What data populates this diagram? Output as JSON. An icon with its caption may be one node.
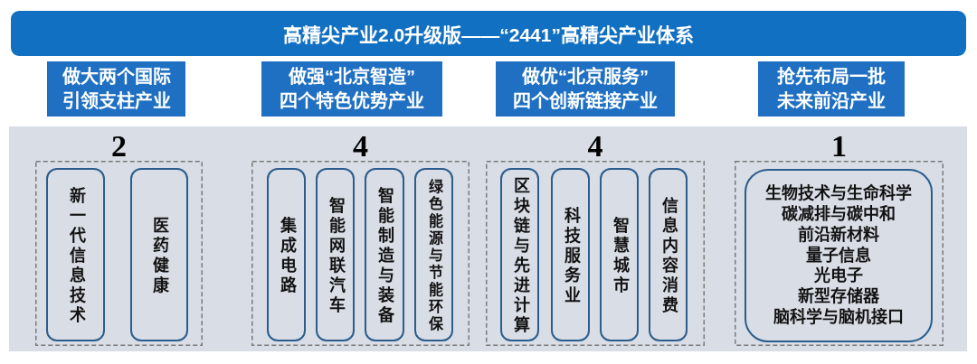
{
  "diagram": {
    "title": "高精尖产业2.0升级版——“2441”高精尖产业体系",
    "nodes": [
      {
        "text": [
          "做大两个国际引领支柱产业"
        ]
      },
      {
        "text": [
          "做强“北京智造”四个特色优势产业"
        ]
      },
      {
        "text": [
          "做优“北京服务”四个创新链接产业"
        ]
      },
      {
        "text": [
          "抢先布局一批未来前沿产业"
        ]
      },
      {
        "text": [
          "2"
        ]
      },
      {
        "text": [
          "新一代信息技术"
        ],
        "in": 4
      },
      {
        "text": [
          "医药健康"
        ],
        "in": 4
      },
      {
        "text": [
          "4"
        ]
      },
      {
        "text": [
          "集成电路"
        ],
        "in": 7
      },
      {
        "text": [
          "智能网联汽车"
        ],
        "in": 7
      },
      {
        "text": [
          "智能制造与装备"
        ],
        "in": 7
      },
      {
        "text": [
          "绿色能源与节能环保"
        ],
        "in": 7
      },
      {
        "text": [
          "4"
        ]
      },
      {
        "text": [
          "区块链与先进计算"
        ],
        "in": 12
      },
      {
        "text": [
          "科技服务业"
        ],
        "in": 12
      },
      {
        "text": [
          "智慧城市"
        ],
        "in": 12
      },
      {
        "text": [
          "信息内容消费"
        ],
        "in": 12
      },
      {
        "text": [
          "1"
        ]
      },
      {
        "text": [
          "生物技术与生命科学",
          "碳减排与碳中和",
          "前沿新材料",
          "量子信息",
          "光电子",
          "新型存储器",
          "脑科学与脑机接口"
        ],
        "in": 17
      }
    ]
  }
}
